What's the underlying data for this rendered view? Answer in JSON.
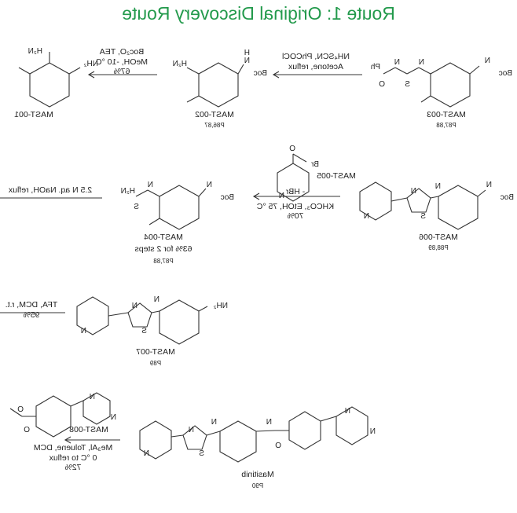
{
  "title": "Route 1:  Original Discovery Route",
  "compounds": {
    "mast001": {
      "label": "MAST-001"
    },
    "mast002": {
      "label": "MAST-002",
      "ref": "P86,87"
    },
    "mast003": {
      "label": "MAST-003",
      "ref": "P87,88"
    },
    "mast004": {
      "label": "MAST-004",
      "yield": "63% for 2 steps",
      "ref": "P87,88"
    },
    "mast005": {
      "label": "MAST-005"
    },
    "mast006": {
      "label": "MAST-006",
      "ref": "P88,89"
    },
    "mast007": {
      "label": "MAST-007",
      "ref": "P89"
    },
    "mast008": {
      "label": "MAST-008"
    },
    "masitinib": {
      "label": "Masitinib",
      "ref": "P90"
    }
  },
  "steps": {
    "s1": {
      "line1": "Boc₂O, TEA",
      "line2": "MeOH, -10 °C",
      "line3": "67%"
    },
    "s2": {
      "line1": "NH₄SCN, PhCOCl",
      "line2": "Acetone, reflux"
    },
    "s3": {
      "line1": "2.5 N aq. NaOH, reflux"
    },
    "s4": {
      "line1": "- HBr",
      "line2": "KHCO₃, EtOH, 75 °C",
      "line3": "70%"
    },
    "s5": {
      "line1": "TFA, DCM, r.t.",
      "line2": "95%"
    },
    "s6": {
      "line1": "Me₃Al, Toluene, DCM",
      "line2": "0 °C to reflux",
      "line3": "72%"
    }
  },
  "atoms": {
    "nh2": "NH₂",
    "h2n": "H₂N",
    "h": "H",
    "n": "N",
    "s": "S",
    "o": "O",
    "boc": "Boc",
    "ph": "Ph",
    "br": "Br",
    "me_n": "N"
  }
}
